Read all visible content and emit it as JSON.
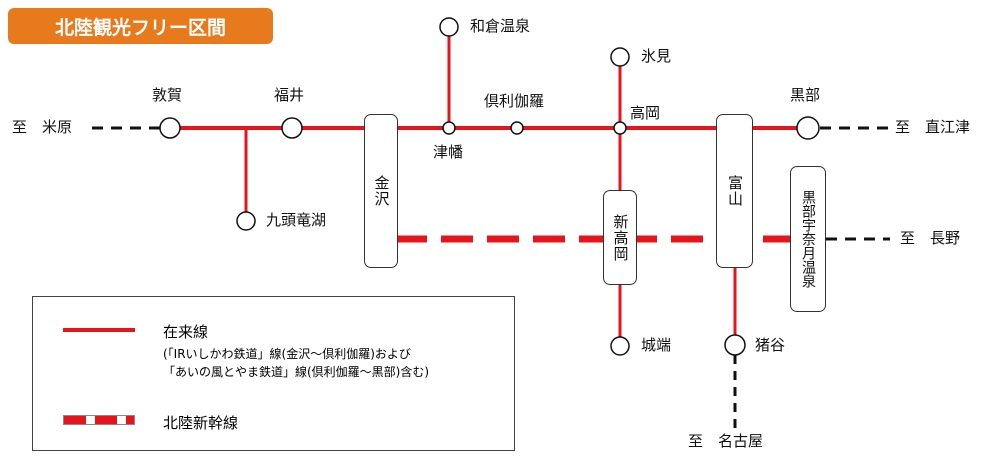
{
  "title": "北陸観光フリー区間",
  "stations": {
    "tsuruga": "敦賀",
    "fukui": "福井",
    "kuzuryuko": "九頭竜湖",
    "kanazawa": "金沢",
    "tsubata": "津幡",
    "wakuraonsen": "和倉温泉",
    "kurikara": "倶利伽羅",
    "himi": "氷見",
    "takaoka": "高岡",
    "shintakaoka": "新高岡",
    "johana": "城端",
    "toyama": "富山",
    "inotani": "猪谷",
    "kurobe": "黒部",
    "kurobeunazukionsen": "黒部宇奈月温泉"
  },
  "directions": {
    "maibara": "至　米原",
    "naoetsu": "至　直江津",
    "nagano": "至　長野",
    "nagoya": "至　名古屋"
  },
  "legend": {
    "conventional_line": "在来線",
    "note_line1": "(「IRいしかわ鉄道」線(金沢～倶利伽羅)および",
    "note_line2": "「あいの風とやま鉄道」線(倶利伽羅～黒部)含む)",
    "shinkansen": "北陸新幹線"
  },
  "colors": {
    "line_red": "#e8141c",
    "title_orange": "#e87a1e"
  }
}
